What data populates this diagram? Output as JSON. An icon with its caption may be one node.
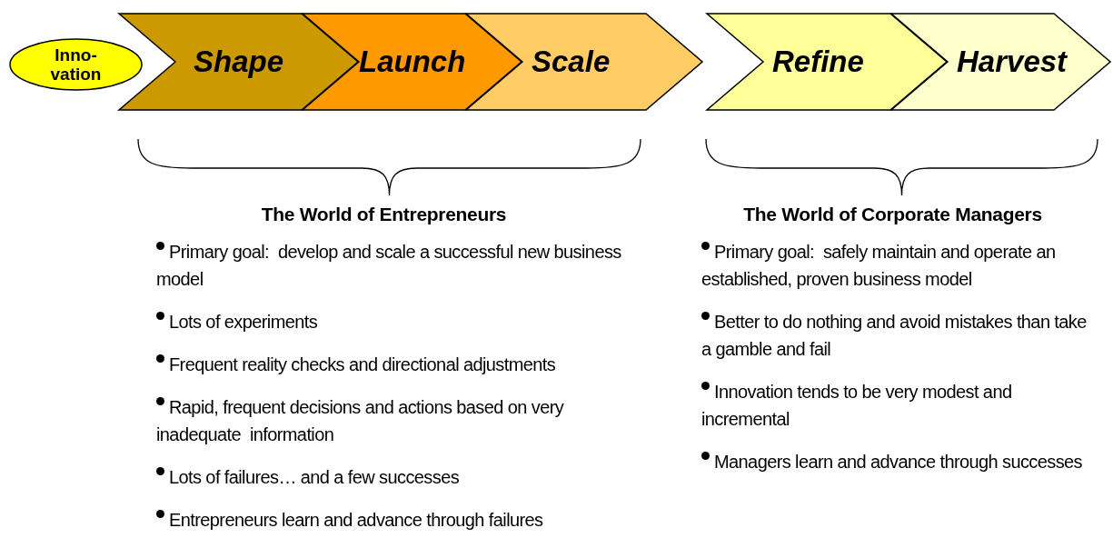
{
  "diagram": {
    "nodes": [
      {
        "text": [
          "Inno- vation"
        ]
      },
      {
        "text": [
          "Shape"
        ]
      },
      {
        "text": [
          "Launch"
        ]
      },
      {
        "text": [
          "Scale"
        ]
      },
      {
        "text": [
          "Refine"
        ]
      },
      {
        "text": [
          "Harvest"
        ]
      }
    ],
    "labels": [
      "The World of Entrepreneurs",
      "Primary goal:  develop and scale a successful new business model",
      "Lots of experiments",
      "Frequent reality checks and directional adjustments",
      "Rapid, frequent decisions and actions based on very inadequate  information",
      "Lots of failures… and a few successes",
      "Entrepreneurs learn and advance through failures",
      "The World of Corporate Managers",
      "Primary goal:  safely maintain and operate an established, proven business model",
      "Better to do nothing and avoid mistakes than take a gamble and fail",
      "Innovation tends to be very modest and incremental",
      "Managers learn and advance through successes"
    ]
  }
}
